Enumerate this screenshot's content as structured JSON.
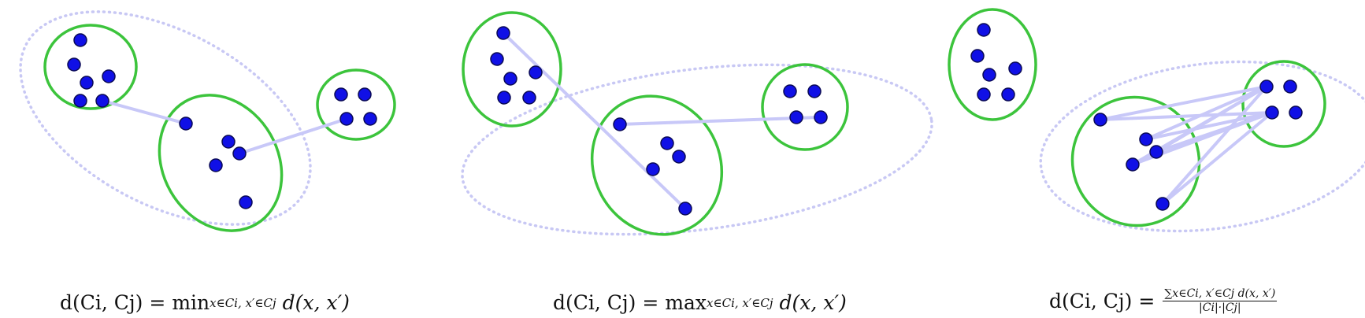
{
  "panels": [
    {
      "id": "single-linkage",
      "formula": {
        "lhs": "d(Ci, Cj) =",
        "operator": "min",
        "subscript": "x∈Ci, x′∈Cj",
        "rhs": "d(x, x′)"
      }
    },
    {
      "id": "complete-linkage",
      "formula": {
        "lhs": "d(Ci, Cj) =",
        "operator": "max",
        "subscript": "x∈Ci, x′∈Cj",
        "rhs": "d(x, x′)"
      }
    },
    {
      "id": "average-linkage",
      "formula": {
        "lhs": "d(Ci, Cj) =",
        "numerator": "∑x∈Ci, x′∈Cj d(x, x′)",
        "denominator": "|Ci|·|Cj|"
      }
    }
  ],
  "colors": {
    "cluster_outline": "#3cc43c",
    "merge_outline": "#c8c8f4",
    "link": "#c8c8f8",
    "point": "#1010e6"
  }
}
